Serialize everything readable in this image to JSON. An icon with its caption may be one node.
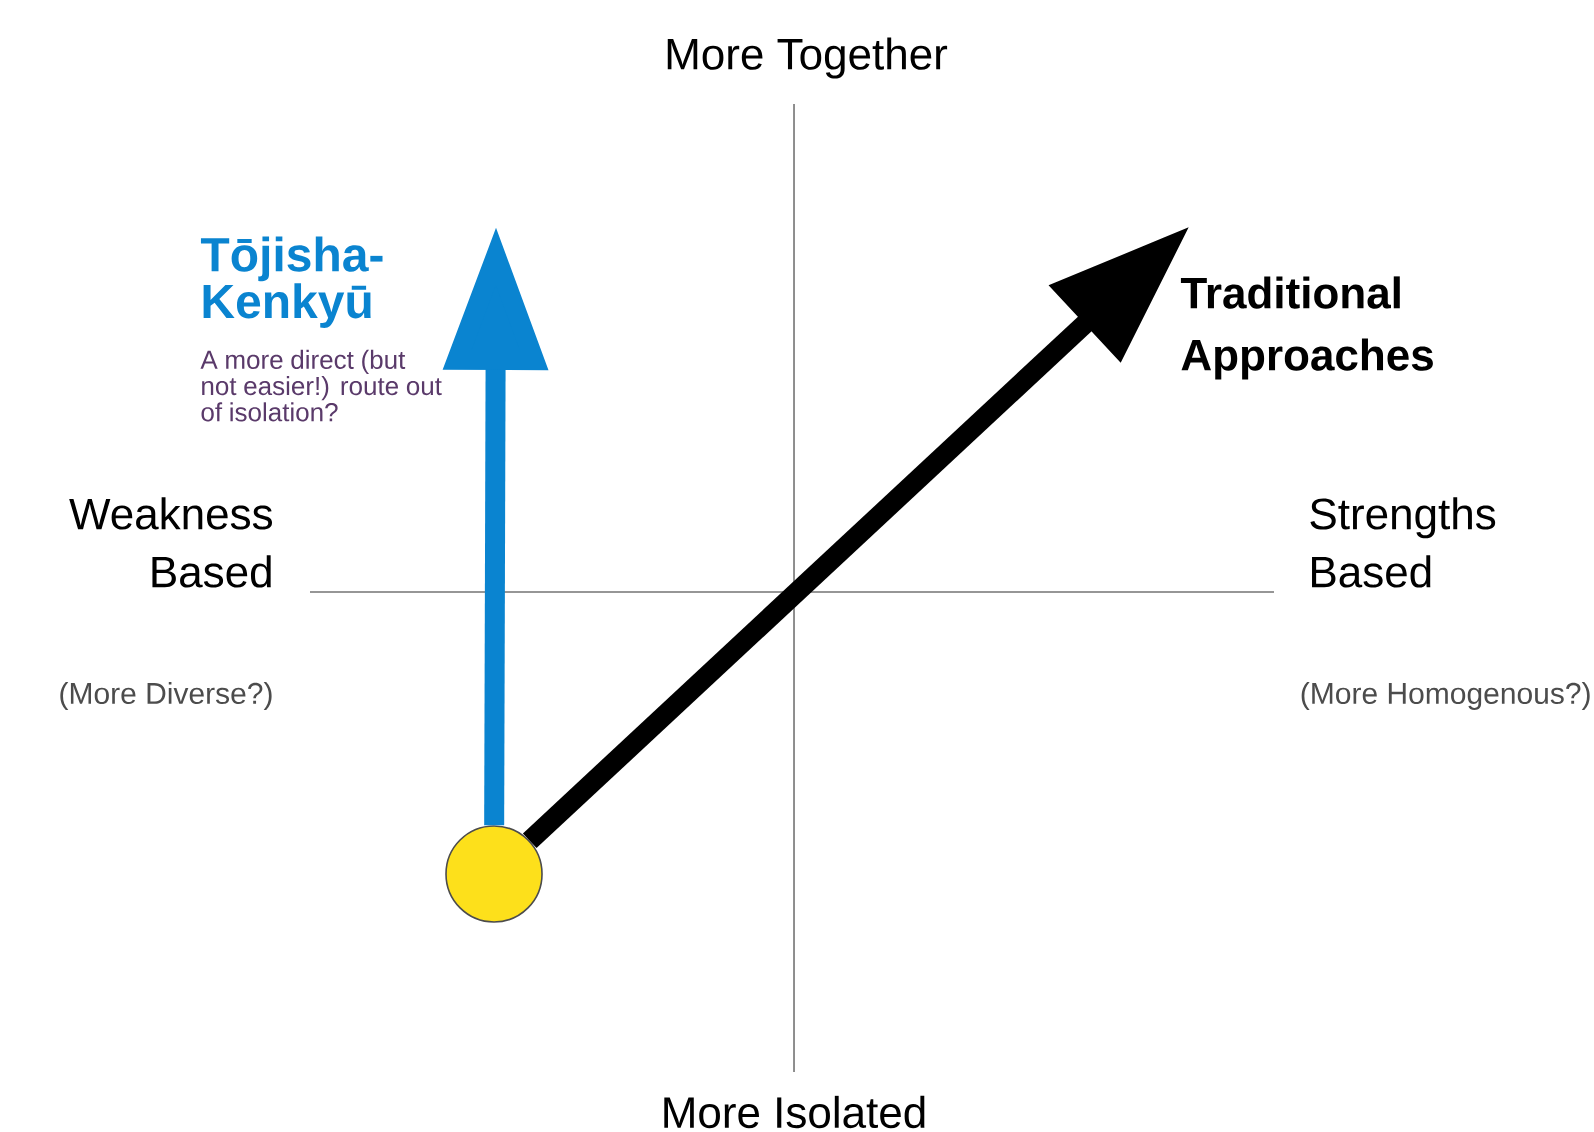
{
  "diagram": {
    "nodes": [
      {
        "text": [],
        "shape": "circle"
      },
      {
        "text": [
          "Tōjisha-Kenkyū",
          "A more direct (but not easier!) route out of isolation?"
        ]
      },
      {
        "text": [
          "Traditional Approaches"
        ]
      }
    ],
    "edges": [
      {
        "from": 0,
        "to": 1,
        "arrow": "to",
        "color": "#0a84d0"
      },
      {
        "from": 0,
        "to": 2,
        "arrow": "to",
        "color": "#000000"
      }
    ],
    "labels": [
      "More Together",
      "Weakness Based",
      "(More Diverse?)",
      "Strengths Based",
      "(More Homogenous?)",
      "More Isolated"
    ]
  }
}
